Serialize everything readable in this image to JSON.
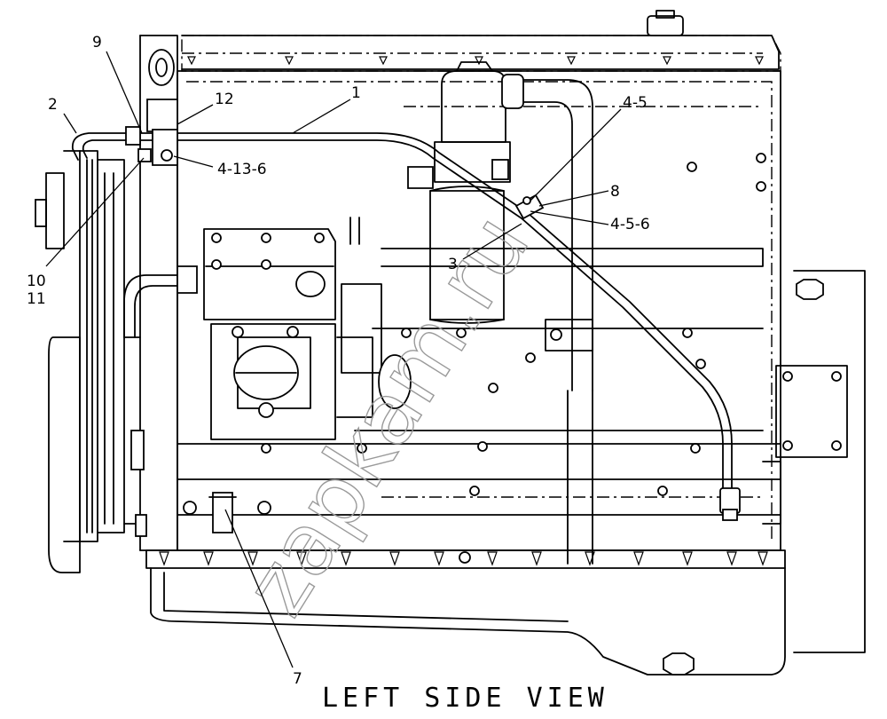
{
  "view_title": "LEFT SIDE VIEW",
  "watermark": "zapkam.ru",
  "callouts": [
    {
      "id": "1",
      "label": "1"
    },
    {
      "id": "2",
      "label": "2"
    },
    {
      "id": "3",
      "label": "3"
    },
    {
      "id": "4-5",
      "label": "4-5"
    },
    {
      "id": "4-5-6",
      "label": "4-5-6"
    },
    {
      "id": "4-13-6",
      "label": "4-13-6"
    },
    {
      "id": "7",
      "label": "7"
    },
    {
      "id": "8",
      "label": "8"
    },
    {
      "id": "9",
      "label": "9"
    },
    {
      "id": "10",
      "label": "10"
    },
    {
      "id": "11",
      "label": "11"
    },
    {
      "id": "12",
      "label": "12"
    }
  ]
}
